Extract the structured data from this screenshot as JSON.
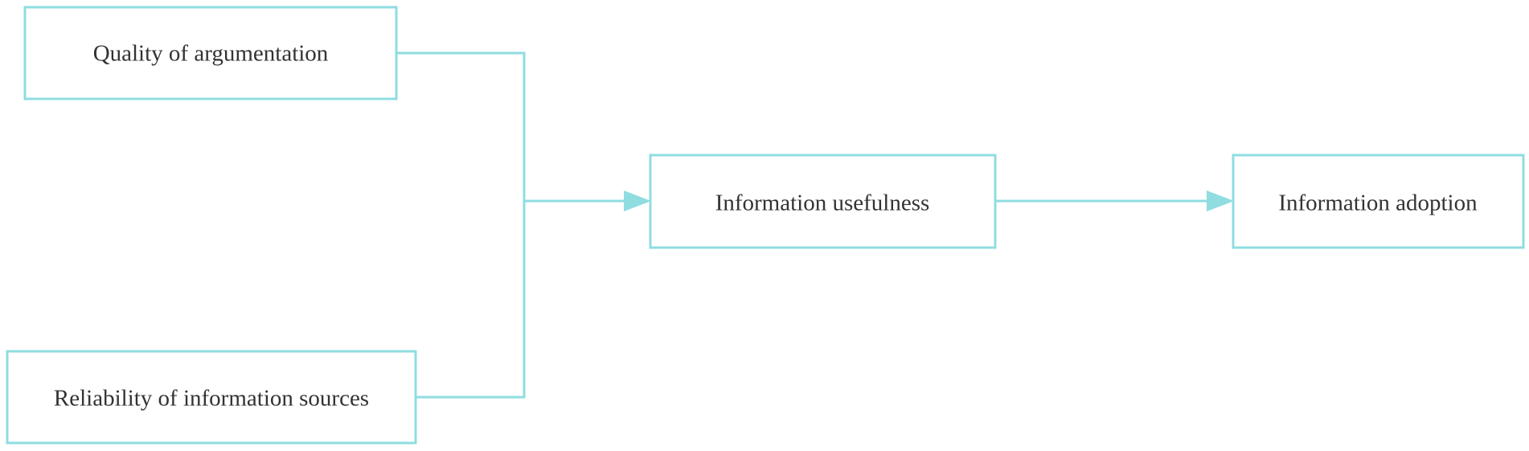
{
  "diagram": {
    "colors": {
      "stroke": "#8fdde0",
      "text": "#333333",
      "background": "#ffffff"
    },
    "nodes": {
      "quality": {
        "label": "Quality of argumentation"
      },
      "reliability": {
        "label": "Reliability of information sources"
      },
      "usefulness": {
        "label": "Information usefulness"
      },
      "adoption": {
        "label": "Information adoption"
      }
    },
    "edges": [
      {
        "from": "quality",
        "to": "usefulness"
      },
      {
        "from": "reliability",
        "to": "usefulness"
      },
      {
        "from": "usefulness",
        "to": "adoption"
      }
    ]
  }
}
